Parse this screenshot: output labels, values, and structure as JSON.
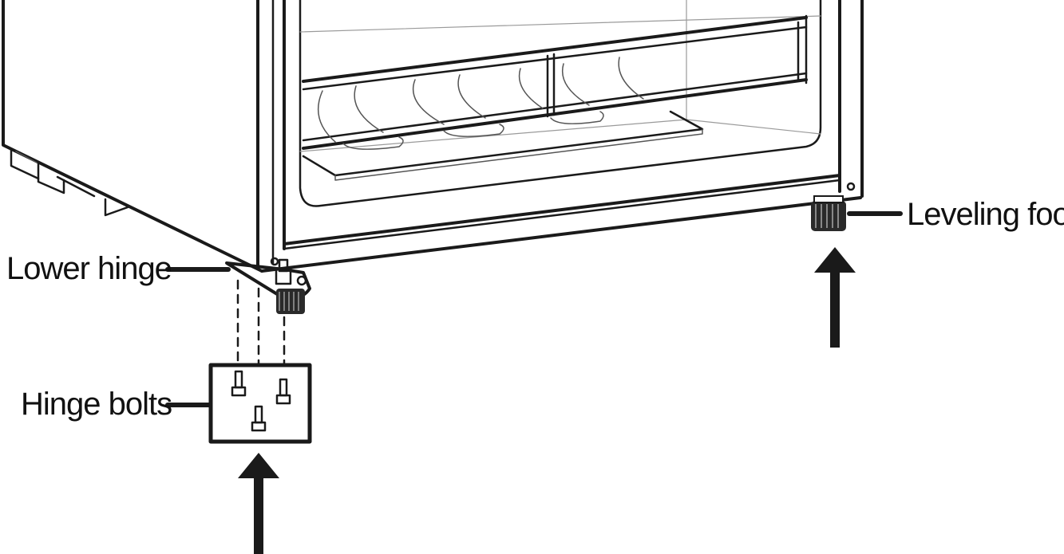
{
  "labels": {
    "lower_hinge": "Lower hinge",
    "hinge_bolts": "Hinge bolts",
    "leveling_foot": "Leveling foot"
  },
  "colors": {
    "ink": "#1a1a1a",
    "background": "#ffffff",
    "shading": "#9a9a9a"
  },
  "icons": [
    "arrow-up-icon",
    "bolt-icon",
    "leveling-foot-icon",
    "hinge-icon"
  ]
}
